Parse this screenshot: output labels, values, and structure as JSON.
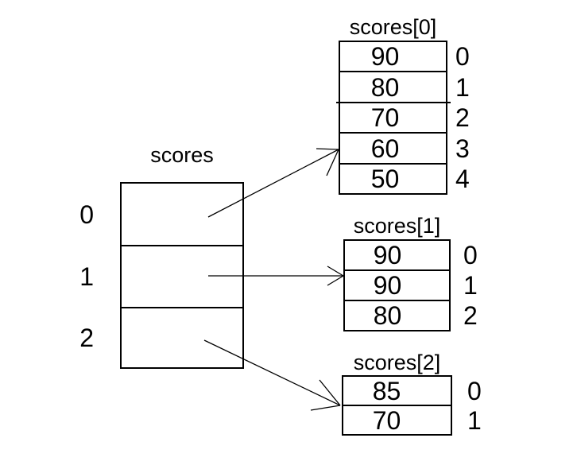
{
  "diagram": {
    "type": "jagged-array",
    "background_color": "#ffffff",
    "line_color": "#000000",
    "main_array": {
      "title": "scores",
      "indices": [
        "0",
        "1",
        "2"
      ]
    },
    "sub_arrays": [
      {
        "title": "scores[0]",
        "values": [
          "90",
          "80",
          "70",
          "60",
          "50"
        ],
        "indices": [
          "0",
          "1",
          "2",
          "3",
          "4"
        ]
      },
      {
        "title": "scores[1]",
        "values": [
          "90",
          "90",
          "80"
        ],
        "indices": [
          "0",
          "1",
          "2"
        ]
      },
      {
        "title": "scores[2]",
        "values": [
          "85",
          "70"
        ],
        "indices": [
          "0",
          "1"
        ]
      }
    ],
    "arrows": [
      {
        "from": "scores slot 0",
        "to": "scores[0]"
      },
      {
        "from": "scores slot 1",
        "to": "scores[1]"
      },
      {
        "from": "scores slot 2",
        "to": "scores[2]"
      }
    ]
  }
}
